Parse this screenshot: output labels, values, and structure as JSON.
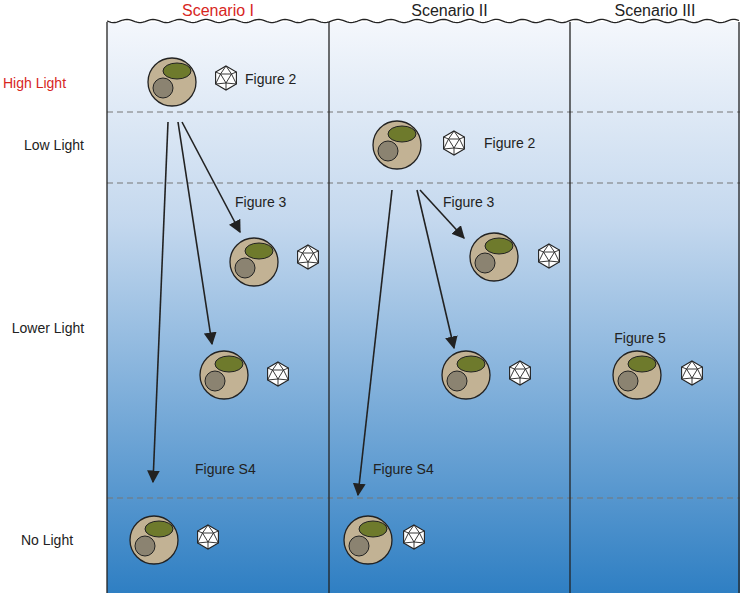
{
  "diagram": {
    "nodes": [
      {
        "text": [
          "Scenario I"
        ]
      },
      {
        "text": [
          "Scenario II"
        ]
      },
      {
        "text": [
          "Scenario III"
        ]
      }
    ],
    "labels": [
      "High Light",
      "Figure 2",
      "Low Light",
      "Figure 2",
      "Figure 3",
      "Figure 3",
      "Lower Light",
      "Figure 5",
      "Figure S4",
      "Figure S4",
      "No Light"
    ]
  }
}
